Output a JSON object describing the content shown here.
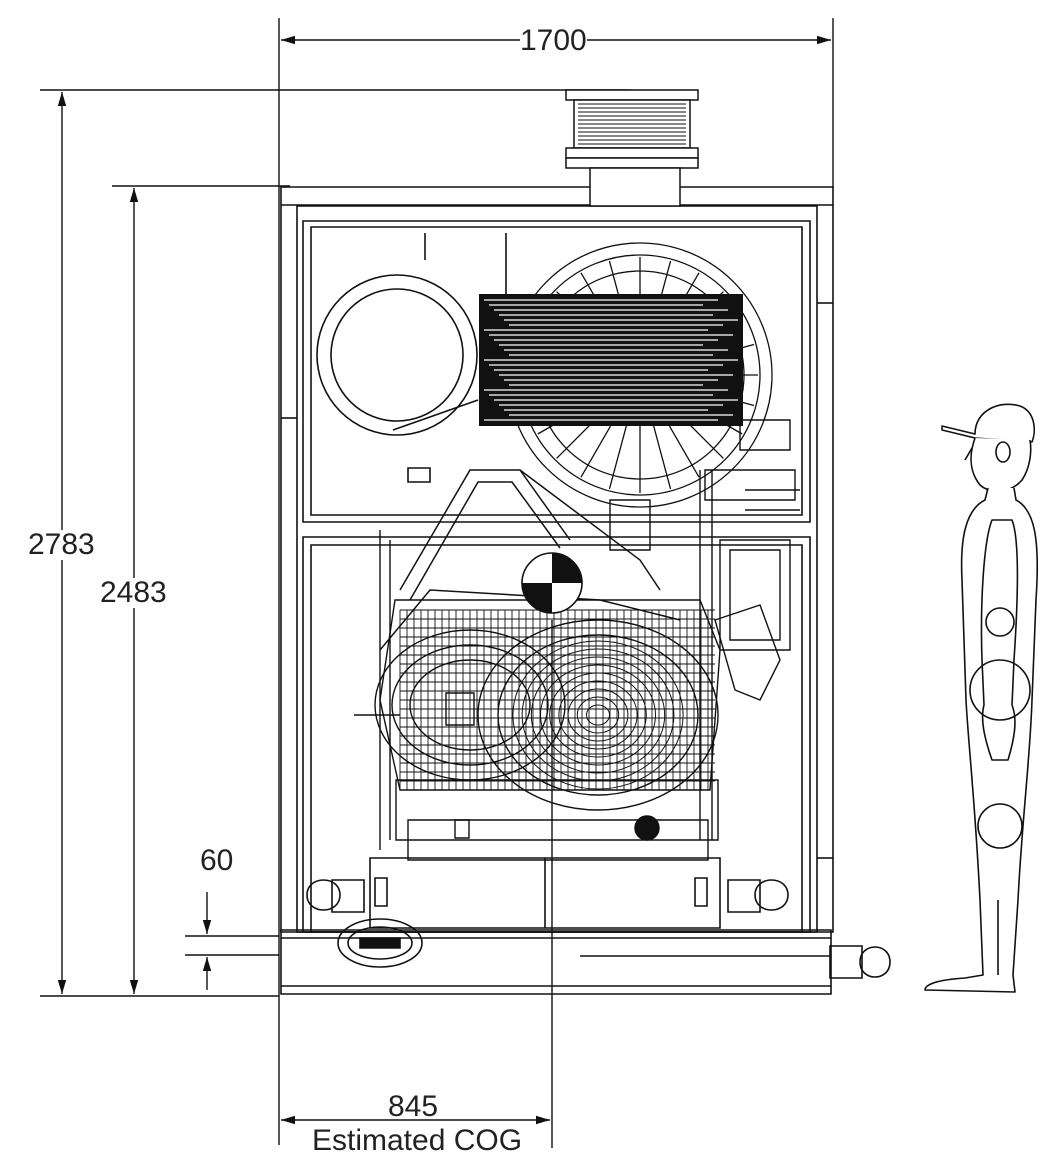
{
  "dimensions": {
    "overall_width": "1700",
    "overall_height": "2783",
    "frame_height": "2483",
    "skid_height": "60",
    "cog_offset": "845",
    "cog_label": "Estimated COG"
  },
  "colors": {
    "line": "#111111",
    "background": "#ffffff"
  },
  "icons": {
    "cog_marker": "center-of-gravity-symbol",
    "person": "human-scale-figure"
  }
}
